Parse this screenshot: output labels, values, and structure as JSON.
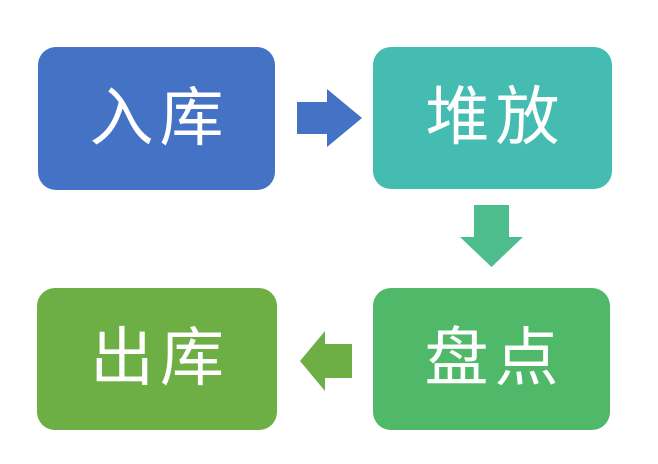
{
  "diagram": {
    "title": "warehouse-process-flow",
    "background_color": "#ffffff",
    "text_color": "#ffffff",
    "boxes": [
      {
        "id": "inbound",
        "label": "入库",
        "color": "#4472c4"
      },
      {
        "id": "stacking",
        "label": "堆放",
        "color": "#45bcb2"
      },
      {
        "id": "stocktake",
        "label": "盘点",
        "color": "#4fb869"
      },
      {
        "id": "outbound",
        "label": "出库",
        "color": "#6daf45"
      }
    ],
    "arrows": [
      {
        "id": "arrow-right",
        "direction": "right",
        "from": "入库",
        "to": "堆放",
        "color": "#4472c4"
      },
      {
        "id": "arrow-down",
        "direction": "down",
        "from": "堆放",
        "to": "盘点",
        "color": "#4dbd8d"
      },
      {
        "id": "arrow-left",
        "direction": "left",
        "from": "盘点",
        "to": "出库",
        "color": "#6daf45"
      }
    ]
  }
}
